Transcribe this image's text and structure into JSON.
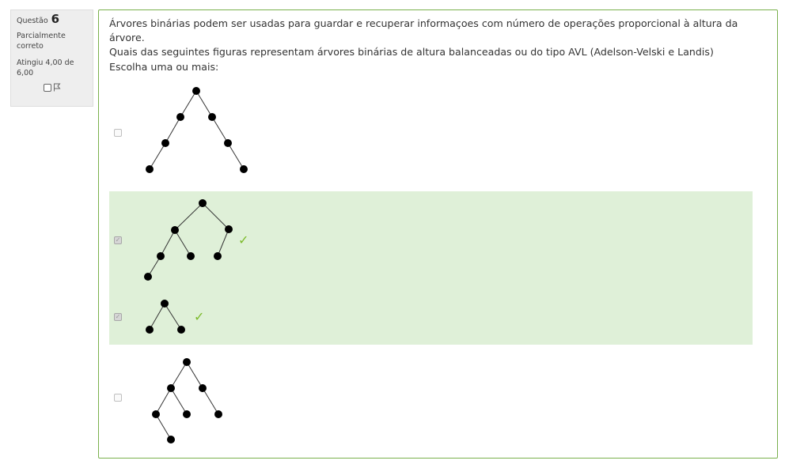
{
  "question_info": {
    "label": "Questão",
    "number": "6",
    "state": "Parcialmente correto",
    "grade": "Atingiu 4,00 de 6,00"
  },
  "question": {
    "text_line1": "Árvores binárias podem ser usadas para guardar e recuperar informaçoes com número de operações proporcional à altura da árvore.",
    "text_line2": "Quais das seguintes figuras representam árvores binárias de altura balanceadas ou do tipo AVL (Adelson-Velski e Landis)",
    "prompt": "Escolha uma ou mais:"
  },
  "options": [
    {
      "image": "binary-tree-1",
      "checked": false,
      "correct_mark": false
    },
    {
      "image": "binary-tree-2",
      "checked": true,
      "correct_mark": true
    },
    {
      "image": "binary-tree-3",
      "checked": true,
      "correct_mark": true
    },
    {
      "image": "binary-tree-4",
      "checked": false,
      "correct_mark": false
    }
  ],
  "colors": {
    "correct_highlight": "#dff0d8",
    "border": "#7ab04d",
    "check_mark": "#7cba2b"
  },
  "icons": {
    "flag": "flag-icon",
    "correct": "check-icon"
  }
}
